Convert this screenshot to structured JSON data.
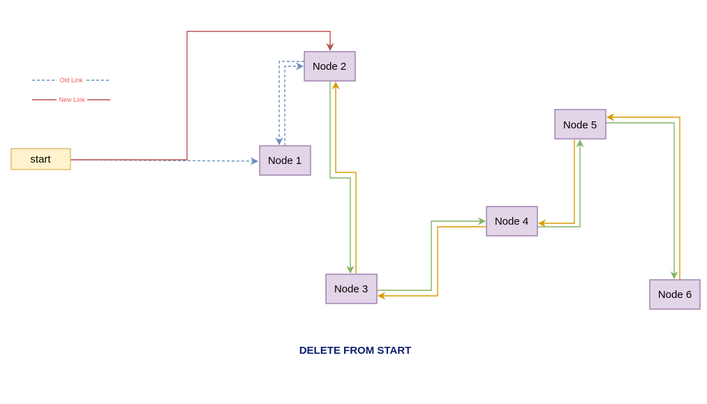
{
  "title": "DELETE FROM START",
  "legend": {
    "old_link": "Old Link",
    "new_link": "New Link"
  },
  "nodes": {
    "start": "start",
    "node1": "Node 1",
    "node2": "Node 2",
    "node3": "Node 3",
    "node4": "Node 4",
    "node5": "Node 5",
    "node6": "Node 6"
  },
  "colors": {
    "old_link": "#6c8ebf",
    "new_link": "#b85450",
    "next_link": "#82b366",
    "prev_link": "#d79b00",
    "node_fill": "#e1d5e7",
    "node_stroke": "#9673a6",
    "start_fill": "#fff2cc",
    "start_stroke": "#d6b656"
  }
}
